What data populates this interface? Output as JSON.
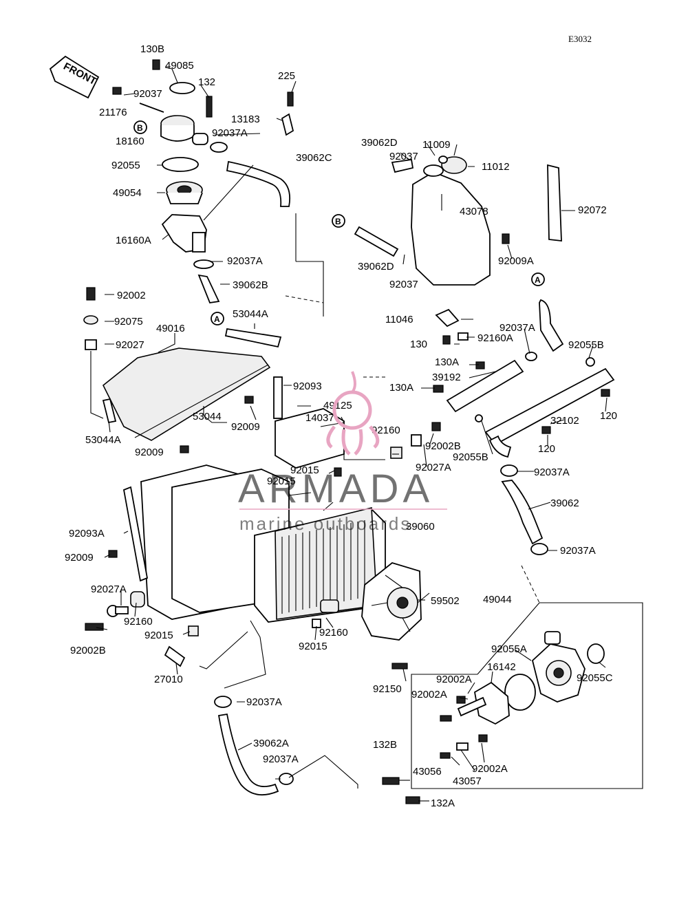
{
  "diagram_code": "E3032",
  "front_label": "FRONT",
  "ref_a": "A",
  "ref_b": "B",
  "watermark": {
    "brand": "ARMADA",
    "tagline": "marine outboards"
  },
  "part_labels": [
    "130B",
    "49085",
    "132",
    "92037",
    "21176",
    "18160",
    "92037A",
    "225",
    "13183",
    "92055",
    "39062C",
    "49054",
    "16160A",
    "92037A",
    "39062B",
    "92002",
    "92075",
    "49016",
    "92027",
    "53044A",
    "53044",
    "53044A",
    "92009",
    "92093",
    "49125",
    "14037",
    "39062D",
    "92037",
    "11009",
    "11012",
    "43078",
    "92072",
    "39062D",
    "92037",
    "92009A",
    "11046",
    "130",
    "92160A",
    "92037A",
    "92055B",
    "130A",
    "39192",
    "130A",
    "120",
    "32102",
    "120",
    "92055B",
    "92160",
    "92002B",
    "92027A",
    "92037A",
    "92009",
    "92015",
    "92015",
    "39062",
    "39060",
    "92037A",
    "92093A",
    "92009",
    "59502",
    "49044",
    "92027A",
    "92160",
    "92002B",
    "92160",
    "92015",
    "92015",
    "27010",
    "92055A",
    "16142",
    "92150",
    "92002A",
    "92002A",
    "92055C",
    "92037A",
    "39062A",
    "132B",
    "92037A",
    "43056",
    "43057",
    "92002A",
    "132A"
  ]
}
